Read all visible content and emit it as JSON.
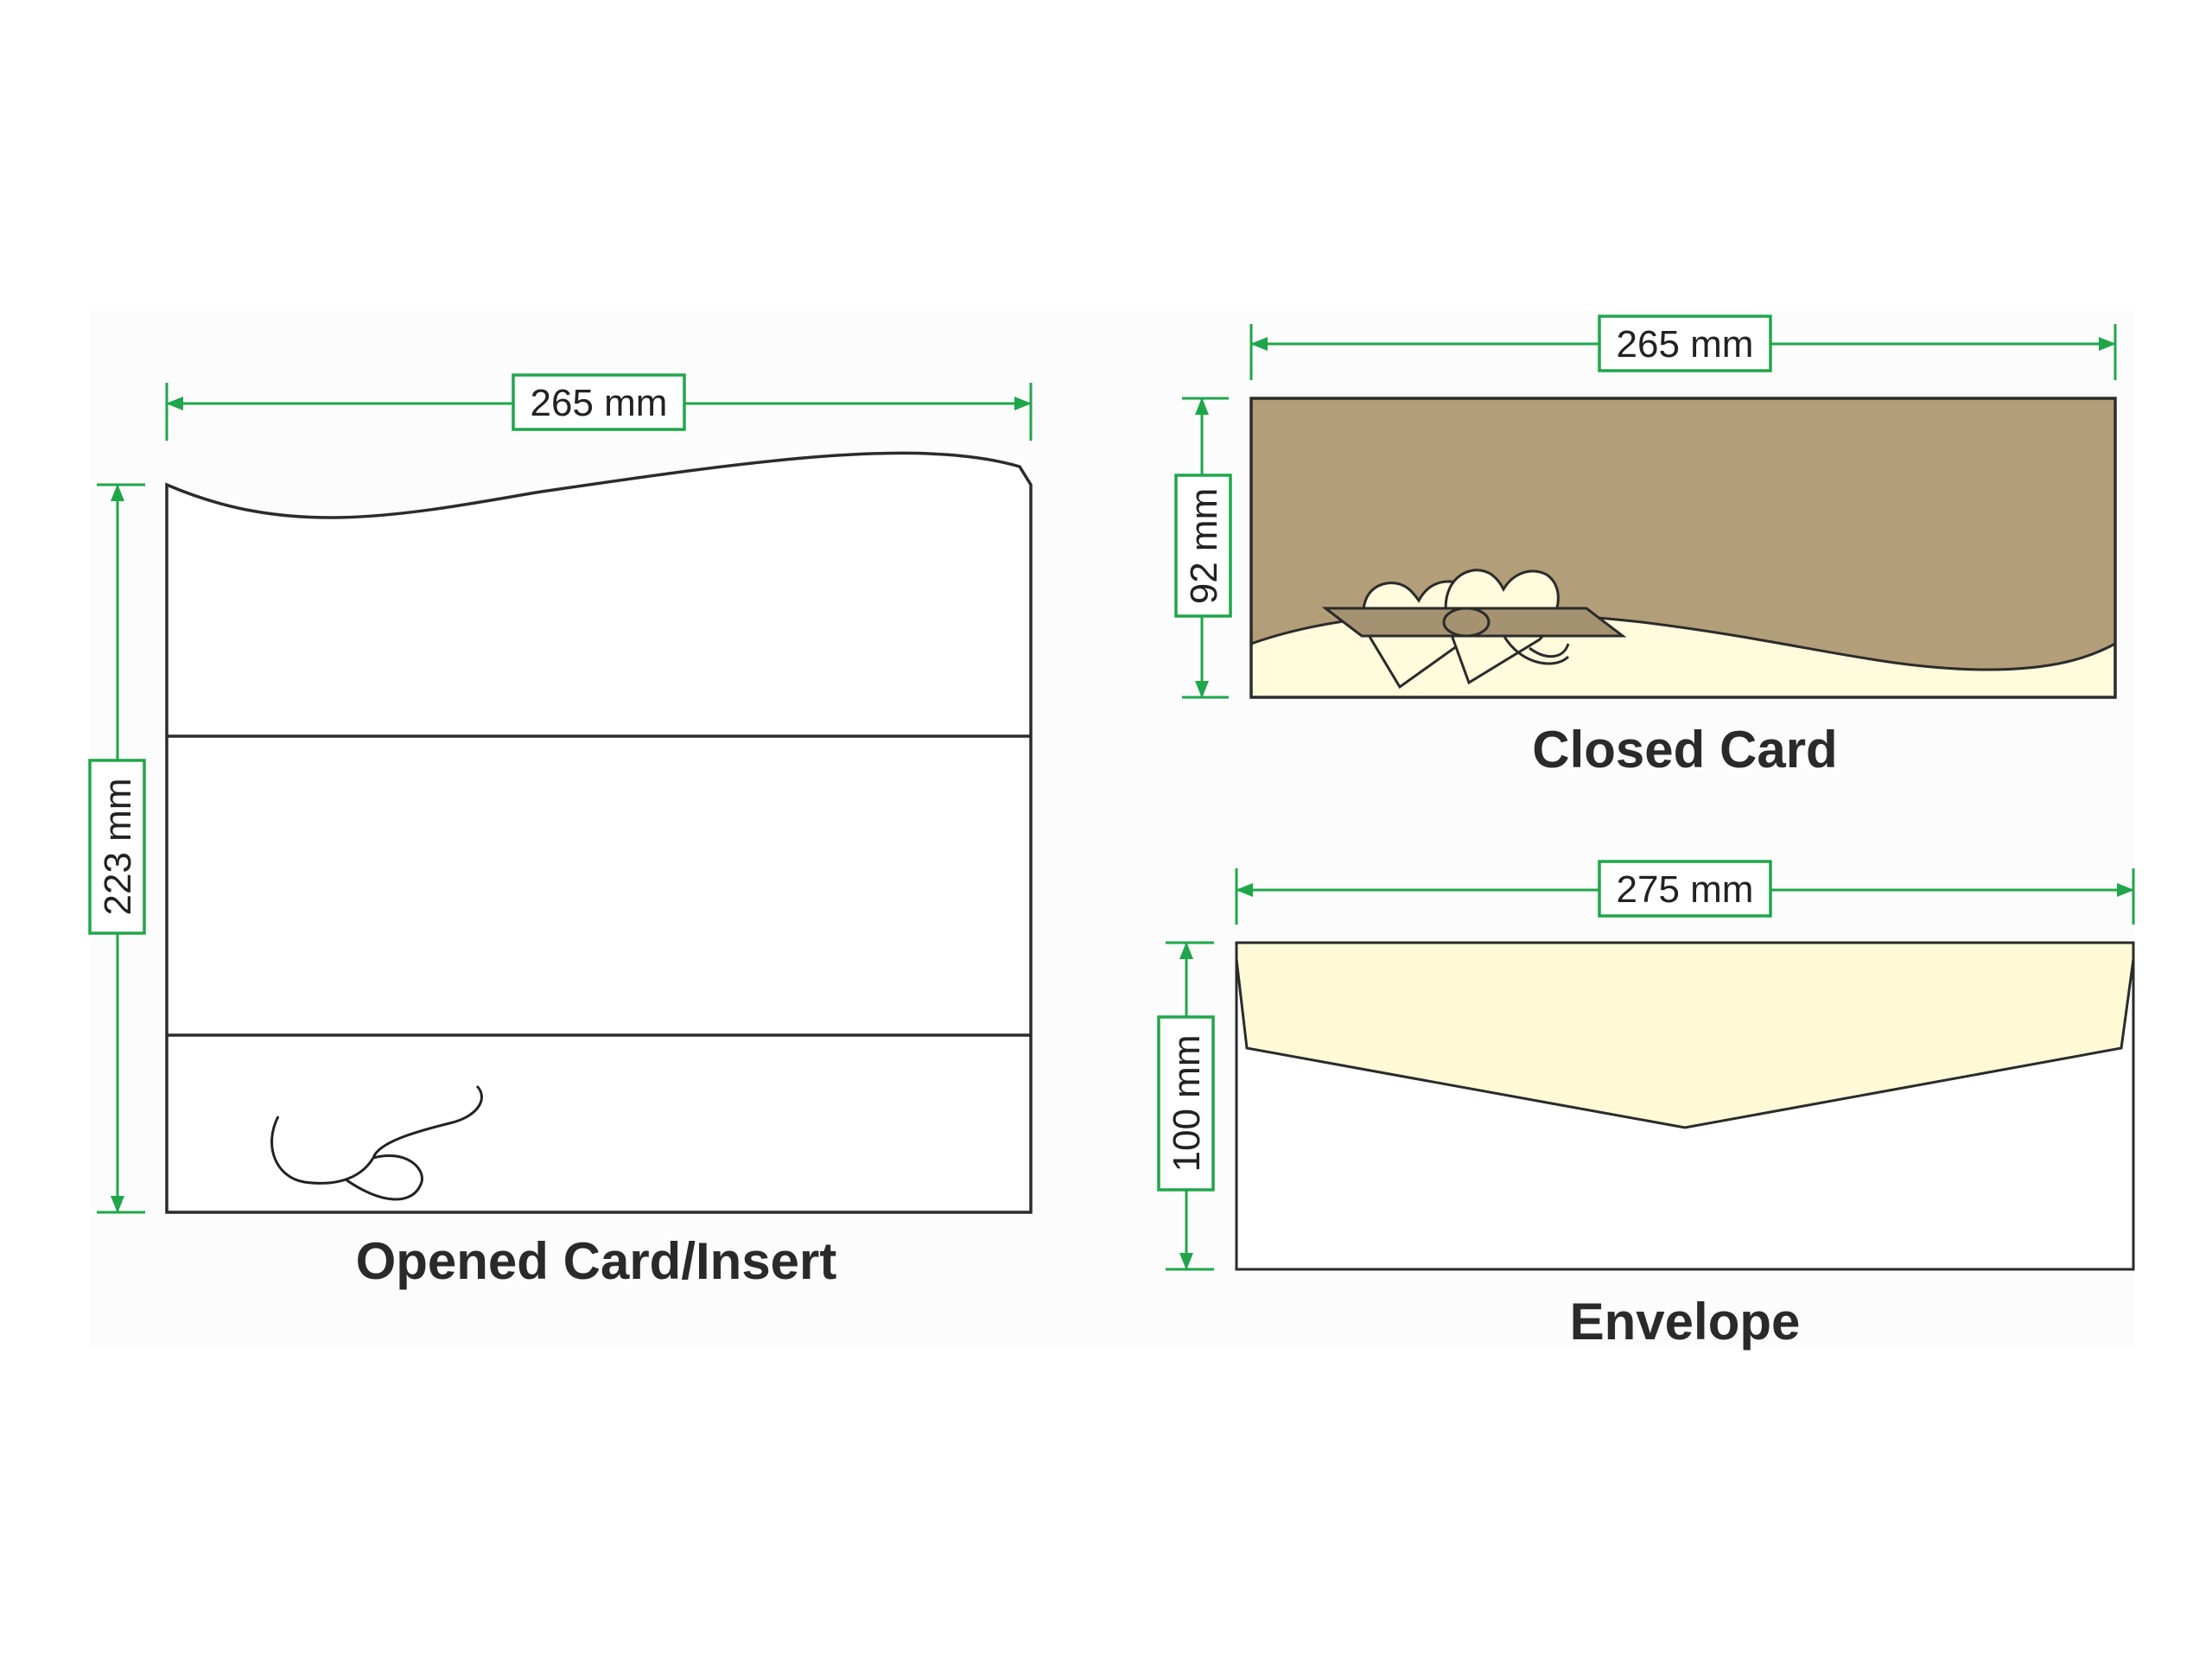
{
  "colors": {
    "dimension_line": "#1fa64a",
    "outline": "#2b2b2b",
    "closed_card_fill": "#b29e78",
    "cream_fill": "#fffbdc",
    "envelope_flap_fill": "#fffad6",
    "panel_background": "#fcfcfc"
  },
  "opened_card": {
    "caption": "Opened Card/Insert",
    "width_label": "265 mm",
    "height_label": "223 mm"
  },
  "closed_card": {
    "caption": "Closed Card",
    "width_label": "265 mm",
    "height_label": "92 mm"
  },
  "envelope": {
    "caption": "Envelope",
    "width_label": "275 mm",
    "height_label": "100 mm"
  }
}
